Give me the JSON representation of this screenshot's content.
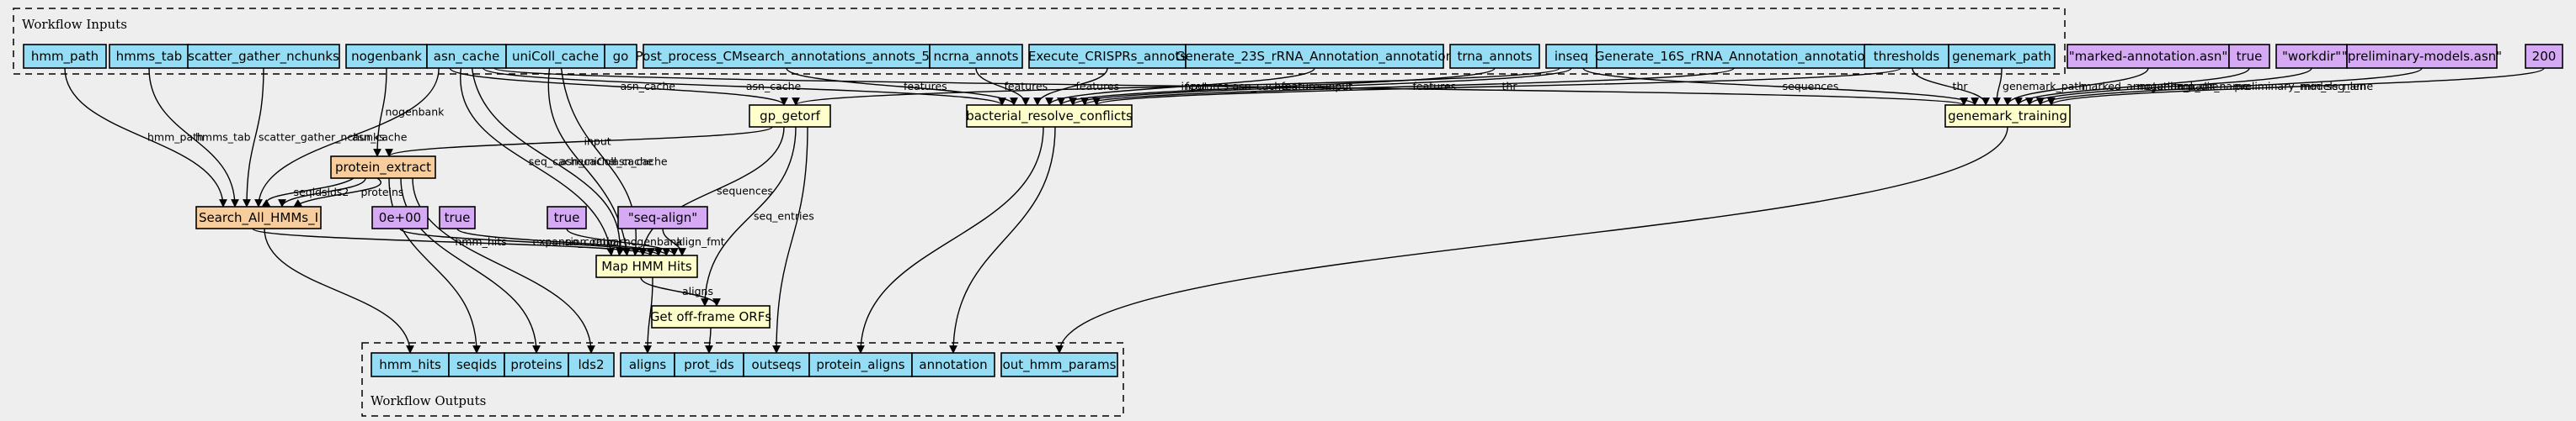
{
  "clusters": {
    "inputs_label": "Workflow Inputs",
    "outputs_label": "Workflow Outputs"
  },
  "nodes": {
    "hmm_path": {
      "label": "hmm_path",
      "kind": "input"
    },
    "hmms_tab": {
      "label": "hmms_tab",
      "kind": "input"
    },
    "scatter_gather_nchunks": {
      "label": "scatter_gather_nchunks",
      "kind": "input"
    },
    "nogenbank": {
      "label": "nogenbank",
      "kind": "input"
    },
    "asn_cache": {
      "label": "asn_cache",
      "kind": "input"
    },
    "uniColl_cache": {
      "label": "uniColl_cache",
      "kind": "input"
    },
    "go": {
      "label": "go",
      "kind": "input"
    },
    "post_process": {
      "label": "Post_process_CMsearch_annotations_annots_5S",
      "kind": "input"
    },
    "ncrna_annots": {
      "label": "ncrna_annots",
      "kind": "input"
    },
    "execute_crispr": {
      "label": "Execute_CRISPRs_annots",
      "kind": "input"
    },
    "gen23s": {
      "label": "Generate_23S_rRNA_Annotation_annotation",
      "kind": "input"
    },
    "trna_annots": {
      "label": "trna_annots",
      "kind": "input"
    },
    "inseq": {
      "label": "inseq",
      "kind": "input"
    },
    "gen16s": {
      "label": "Generate_16S_rRNA_Annotation_annotation",
      "kind": "input"
    },
    "thresholds": {
      "label": "thresholds",
      "kind": "input"
    },
    "genemark_path": {
      "label": "genemark_path",
      "kind": "input"
    },
    "marked_asn": {
      "label": "\"marked-annotation.asn\"",
      "kind": "value"
    },
    "true_top": {
      "label": "true",
      "kind": "value"
    },
    "workdir": {
      "label": "\"workdir\"",
      "kind": "value"
    },
    "prelim_asn": {
      "label": "\"preliminary-models.asn\"",
      "kind": "value"
    },
    "v200": {
      "label": "200",
      "kind": "value"
    },
    "gp_getorf": {
      "label": "gp_getorf",
      "kind": "step"
    },
    "bacterial_resolve": {
      "label": "bacterial_resolve_conflicts",
      "kind": "step"
    },
    "genemark_training": {
      "label": "genemark_training",
      "kind": "step"
    },
    "protein_extract": {
      "label": "protein_extract",
      "kind": "subworkflow"
    },
    "search_all": {
      "label": "Search_All_HMMs_I",
      "kind": "subworkflow"
    },
    "v0e": {
      "label": "0e+00",
      "kind": "value"
    },
    "true_a": {
      "label": "true",
      "kind": "value"
    },
    "true_b": {
      "label": "true",
      "kind": "value"
    },
    "seq_align": {
      "label": "\"seq-align\"",
      "kind": "value"
    },
    "map_hmm": {
      "label": "Map HMM Hits",
      "kind": "step"
    },
    "get_offframe": {
      "label": "Get off-frame ORFs",
      "kind": "step"
    },
    "hmm_hits": {
      "label": "hmm_hits",
      "kind": "output"
    },
    "seqids": {
      "label": "seqids",
      "kind": "output"
    },
    "proteins": {
      "label": "proteins",
      "kind": "output"
    },
    "lds2": {
      "label": "lds2",
      "kind": "output"
    },
    "aligns": {
      "label": "aligns",
      "kind": "output"
    },
    "prot_ids": {
      "label": "prot_ids",
      "kind": "output"
    },
    "outseqs": {
      "label": "outseqs",
      "kind": "output"
    },
    "protein_aligns": {
      "label": "protein_aligns",
      "kind": "output"
    },
    "annotation": {
      "label": "annotation",
      "kind": "output"
    },
    "out_hmm_params": {
      "label": "out_hmm_params",
      "kind": "output"
    }
  },
  "edges": [
    {
      "from": "hmm_path",
      "to": "search_all",
      "label": "hmm_path"
    },
    {
      "from": "hmms_tab",
      "to": "search_all",
      "label": "hmms_tab"
    },
    {
      "from": "scatter_gather_nchunks",
      "to": "search_all",
      "label": "scatter_gather_nchunks"
    },
    {
      "from": "nogenbank",
      "to": "protein_extract",
      "label": "nogenbank"
    },
    {
      "from": "asn_cache",
      "to": "search_all",
      "label": "asn_cache"
    },
    {
      "from": "asn_cache",
      "to": "gp_getorf",
      "label": "asn_cache"
    },
    {
      "from": "asn_cache",
      "to": "map_hmm",
      "label": "seq_cache"
    },
    {
      "from": "asn_cache",
      "to": "map_hmm",
      "label": "asn_cache"
    },
    {
      "from": "asn_cache",
      "to": "bacterial_resolve",
      "label": "asn_cache"
    },
    {
      "from": "asn_cache",
      "to": "genemark_training",
      "label": "asn_cache"
    },
    {
      "from": "uniColl_cache",
      "to": "map_hmm",
      "label": "uniColl_cache"
    },
    {
      "from": "uniColl_cache",
      "to": "map_hmm",
      "label": "asn_cache"
    },
    {
      "from": "post_process",
      "to": "bacterial_resolve",
      "label": "features"
    },
    {
      "from": "ncrna_annots",
      "to": "bacterial_resolve",
      "label": "features"
    },
    {
      "from": "execute_crispr",
      "to": "bacterial_resolve",
      "label": "features"
    },
    {
      "from": "gen23s",
      "to": "bacterial_resolve",
      "label": "features"
    },
    {
      "from": "trna_annots",
      "to": "bacterial_resolve",
      "label": "features"
    },
    {
      "from": "inseq",
      "to": "gp_getorf",
      "label": "input"
    },
    {
      "from": "inseq",
      "to": "bacterial_resolve",
      "label": "input"
    },
    {
      "from": "inseq",
      "to": "genemark_training",
      "label": "sequences"
    },
    {
      "from": "gen16s",
      "to": "bacterial_resolve",
      "label": "features"
    },
    {
      "from": "thresholds",
      "to": "bacterial_resolve",
      "label": "thr"
    },
    {
      "from": "thresholds",
      "to": "genemark_training",
      "label": "thr"
    },
    {
      "from": "genemark_path",
      "to": "genemark_training",
      "label": "genemark_path"
    },
    {
      "from": "marked_asn",
      "to": "genemark_training",
      "label": "marked_annotation_name"
    },
    {
      "from": "true_top",
      "to": "genemark_training",
      "label": "nogenbank"
    },
    {
      "from": "workdir",
      "to": "genemark_training",
      "label": "tmp_dir_name"
    },
    {
      "from": "prelim_asn",
      "to": "genemark_training",
      "label": "preliminary_models_name"
    },
    {
      "from": "v200",
      "to": "genemark_training",
      "label": "min_seq_len"
    },
    {
      "from": "gp_getorf",
      "to": "protein_extract",
      "label": "input"
    },
    {
      "from": "gp_getorf",
      "to": "map_hmm",
      "label": "sequences"
    },
    {
      "from": "gp_getorf",
      "to": "get_offframe",
      "label": "seq_entries"
    },
    {
      "from": "gp_getorf",
      "to": "outseqs",
      "label": ""
    },
    {
      "from": "protein_extract",
      "to": "search_all",
      "label": "seqids"
    },
    {
      "from": "protein_extract",
      "to": "search_all",
      "label": "lds2"
    },
    {
      "from": "protein_extract",
      "to": "search_all",
      "label": "proteins"
    },
    {
      "from": "protein_extract",
      "to": "seqids",
      "label": ""
    },
    {
      "from": "protein_extract",
      "to": "proteins",
      "label": ""
    },
    {
      "from": "protein_extract",
      "to": "lds2",
      "label": ""
    },
    {
      "from": "search_all",
      "to": "map_hmm",
      "label": "hmm_hits"
    },
    {
      "from": "search_all",
      "to": "hmm_hits",
      "label": ""
    },
    {
      "from": "v0e",
      "to": "map_hmm",
      "label": "expansion_ratio"
    },
    {
      "from": "true_a",
      "to": "map_hmm",
      "label": "no_compart"
    },
    {
      "from": "true_b",
      "to": "map_hmm",
      "label": "nogenbank"
    },
    {
      "from": "seq_align",
      "to": "map_hmm",
      "label": "align_fmt"
    },
    {
      "from": "map_hmm",
      "to": "get_offframe",
      "label": "aligns"
    },
    {
      "from": "map_hmm",
      "to": "aligns",
      "label": ""
    },
    {
      "from": "get_offframe",
      "to": "prot_ids",
      "label": ""
    },
    {
      "from": "bacterial_resolve",
      "to": "protein_aligns",
      "label": ""
    },
    {
      "from": "bacterial_resolve",
      "to": "annotation",
      "label": ""
    },
    {
      "from": "genemark_training",
      "to": "out_hmm_params",
      "label": ""
    }
  ]
}
